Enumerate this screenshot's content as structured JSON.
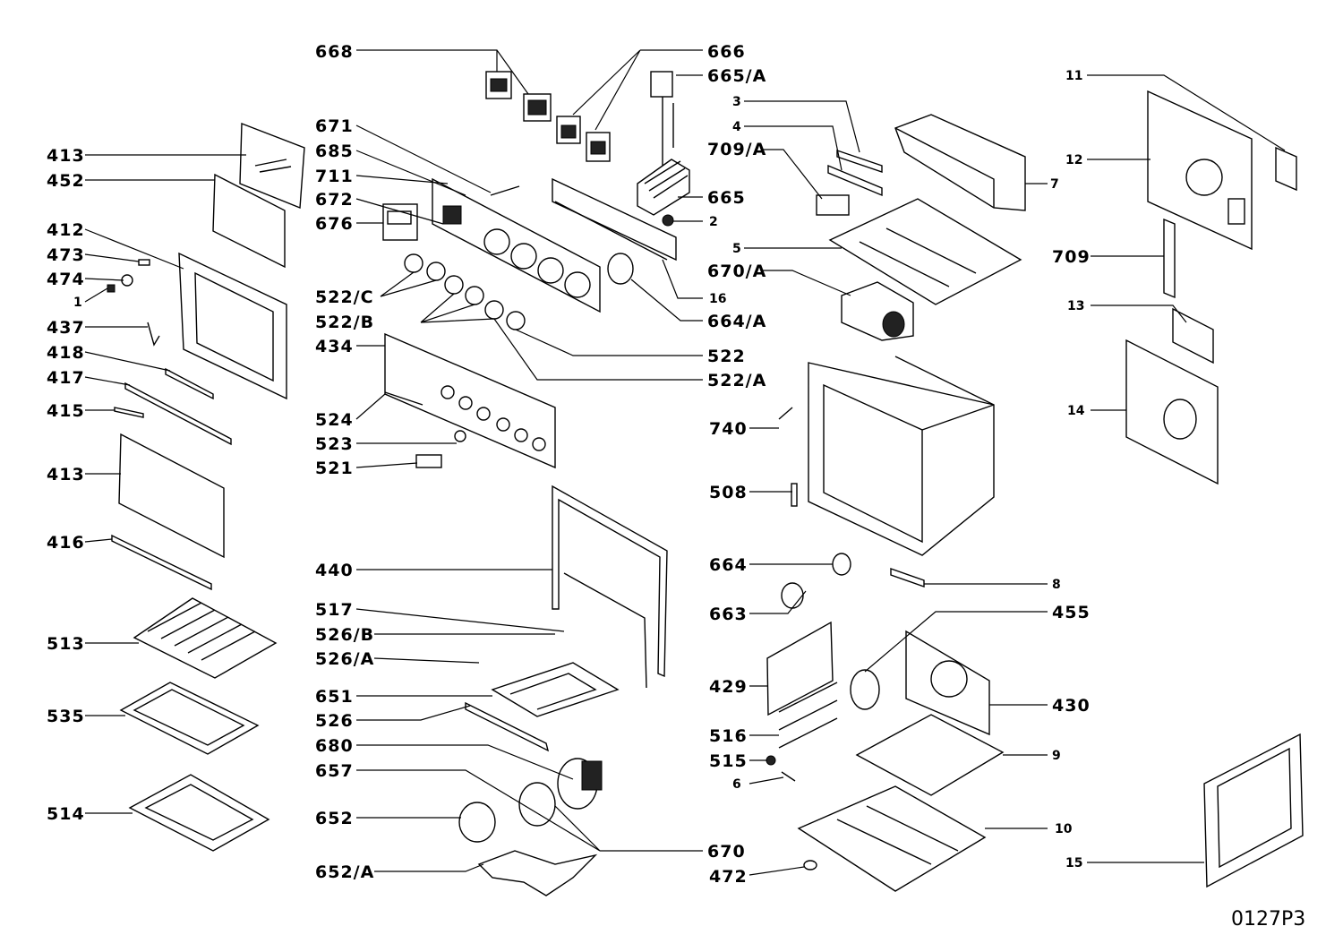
{
  "labels": {
    "l668": "668",
    "l666": "666",
    "l665a": "665/A",
    "l671": "671",
    "l685": "685",
    "l711": "711",
    "l672": "672",
    "l676": "676",
    "l413a": "413",
    "l452": "452",
    "l412": "412",
    "l473": "473",
    "l474": "474",
    "l1": "1",
    "l437": "437",
    "l418": "418",
    "l417": "417",
    "l415": "415",
    "l413b": "413",
    "l416": "416",
    "l513": "513",
    "l535": "535",
    "l514": "514",
    "l522c": "522/C",
    "l522b": "522/B",
    "l434": "434",
    "l524": "524",
    "l523": "523",
    "l521": "521",
    "l665": "665",
    "l2": "2",
    "l16": "16",
    "l664a": "664/A",
    "l522": "522",
    "l522a": "522/A",
    "l3": "3",
    "l4": "4",
    "l709a": "709/A",
    "l5": "5",
    "l670a": "670/A",
    "l7": "7",
    "l11": "11",
    "l12": "12",
    "l709": "709",
    "l13": "13",
    "l14": "14",
    "l740": "740",
    "l508": "508",
    "l664": "664",
    "l663": "663",
    "l8": "8",
    "l455": "455",
    "l429": "429",
    "l430": "430",
    "l516": "516",
    "l515": "515",
    "l6": "6",
    "l9": "9",
    "l10": "10",
    "l15": "15",
    "l472": "472",
    "l440": "440",
    "l517": "517",
    "l526b": "526/B",
    "l526a": "526/A",
    "l651": "651",
    "l526": "526",
    "l680": "680",
    "l657": "657",
    "l652": "652",
    "l652a": "652/A",
    "l670": "670"
  },
  "drawing_code": "0127P3"
}
